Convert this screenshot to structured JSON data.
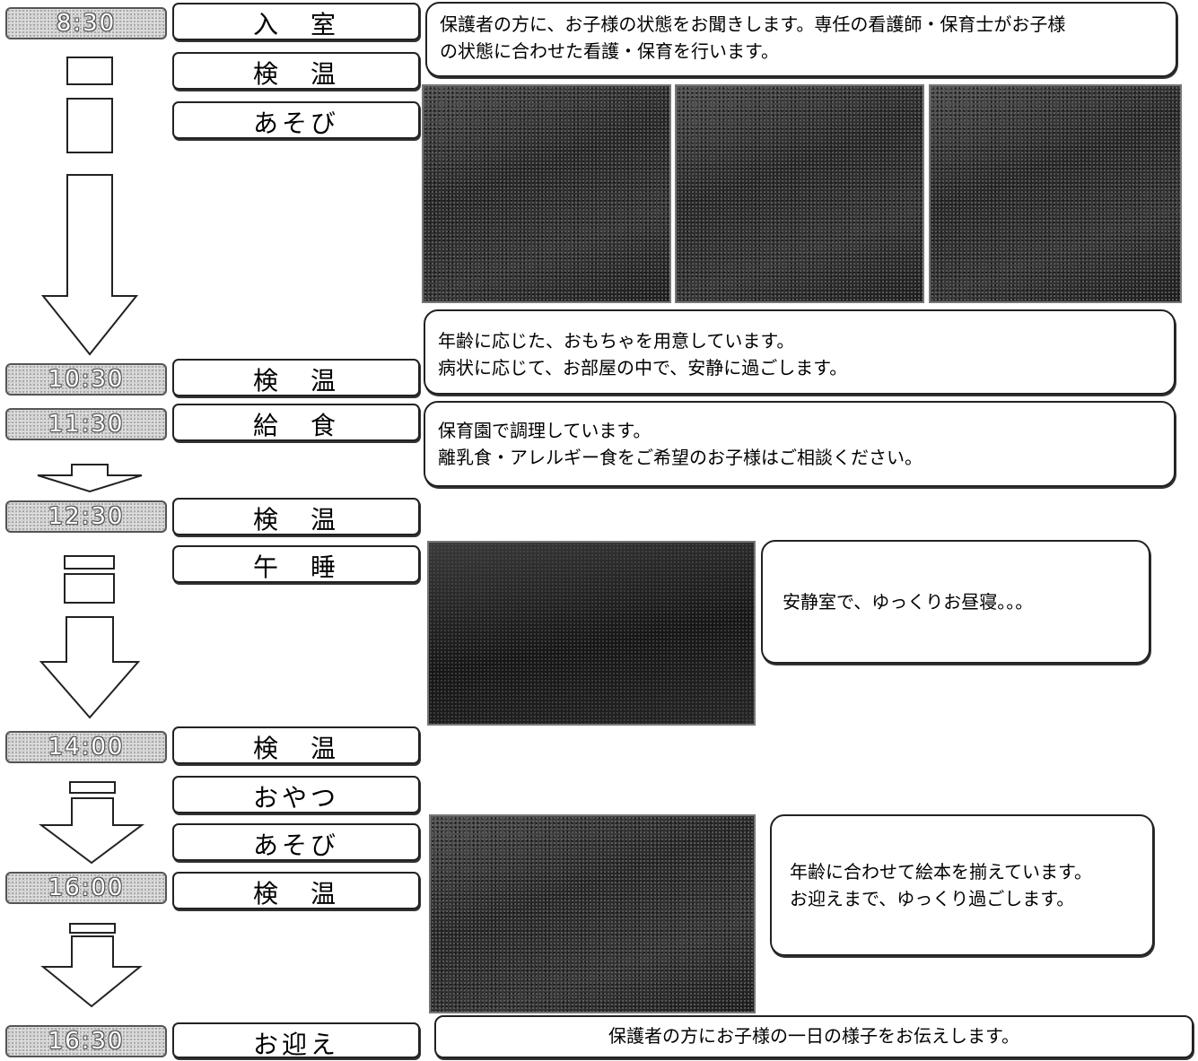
{
  "schedule": [
    {
      "time": "8:30",
      "activity": "入　室"
    },
    {
      "activity": "検　温"
    },
    {
      "activity": "あそび"
    },
    {
      "time": "10:30",
      "activity": "検　温"
    },
    {
      "time": "11:30",
      "activity": "給　食"
    },
    {
      "time": "12:30",
      "activity": "検　温"
    },
    {
      "activity": "午　睡"
    },
    {
      "time": "14:00",
      "activity": "検　温"
    },
    {
      "activity": "おやつ"
    },
    {
      "activity": "あそび"
    },
    {
      "time": "16:00",
      "activity": "検　温"
    },
    {
      "time": "16:30",
      "activity": "お迎え"
    }
  ],
  "notes": {
    "arrival": [
      "保護者の方に、お子様の状態をお聞きします。専任の看護師・保育士がお子様",
      "の状態に合わせた看護・保育を行います。"
    ],
    "play": [
      "年齢に応じた、おもちゃを用意しています。",
      "病状に応じて、お部屋の中で、安静に過ごします。"
    ],
    "lunch": [
      "保育園で調理しています。",
      "離乳食・アレルギー食をご希望のお子様はご相談ください。"
    ],
    "nap": "安静室で、ゆっくりお昼寝。。。",
    "books": [
      "年齢に合わせて絵本を揃えています。",
      "お迎えまで、ゆっくり過ごします。"
    ],
    "pickup": "保護者の方にお子様の一日の様子をお伝えします。"
  }
}
